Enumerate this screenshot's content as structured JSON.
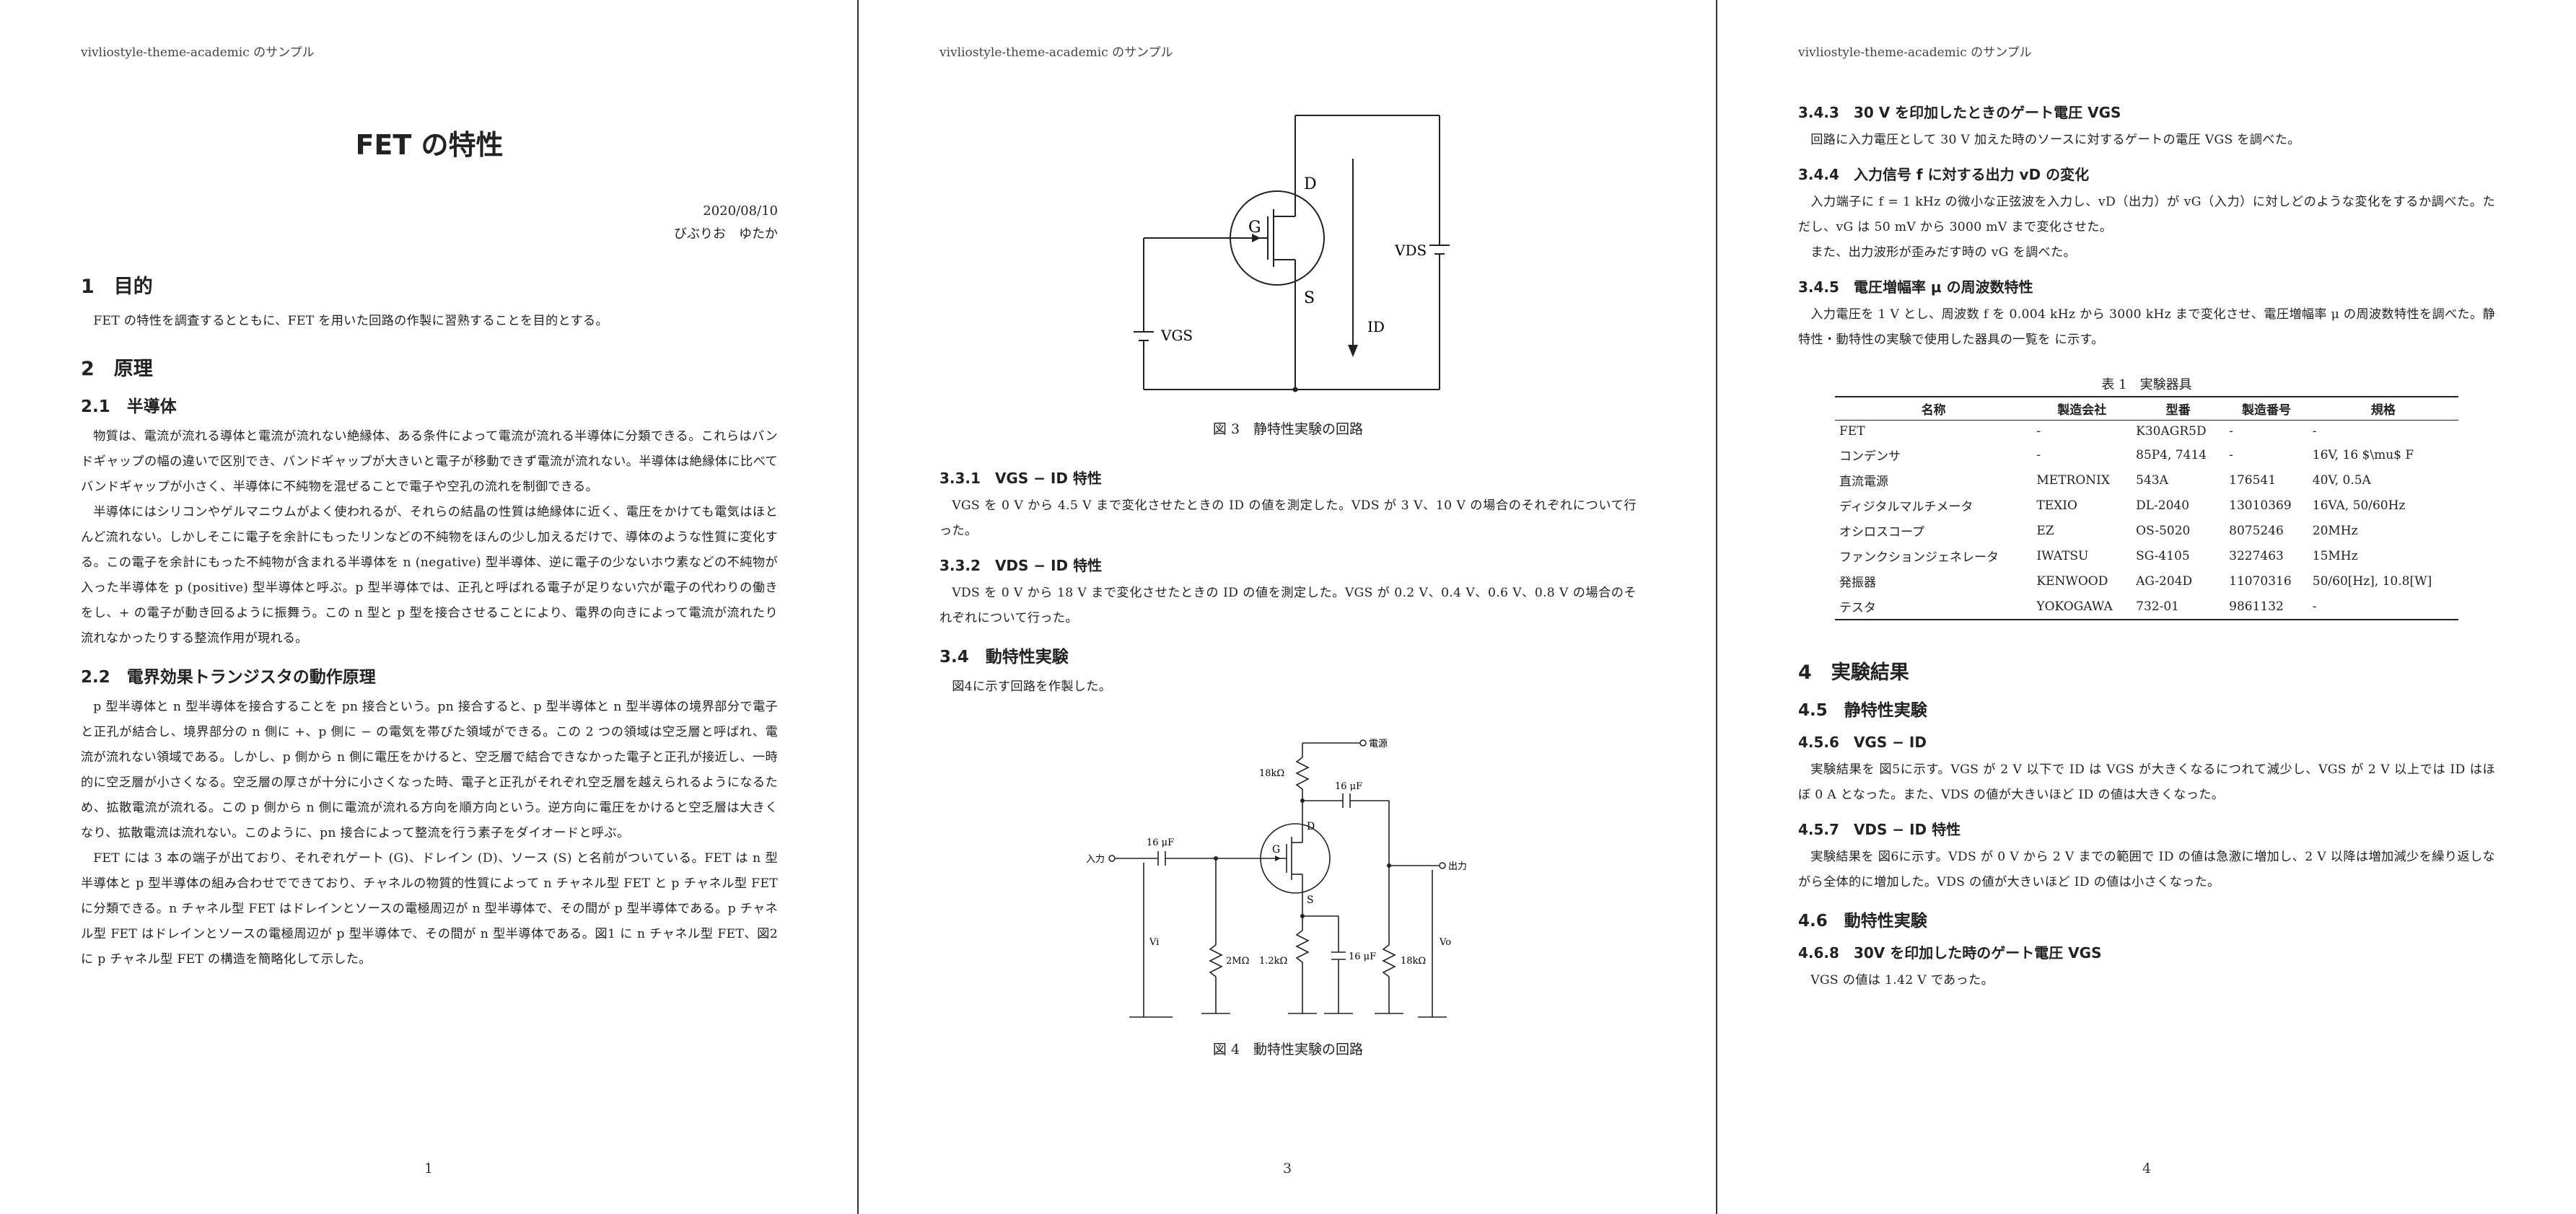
{
  "running_head": "vivliostyle-theme-academic のサンプル",
  "page1": {
    "title": "FET の特性",
    "date": "2020/08/10",
    "author": "びぶりお　ゆたか",
    "h_purpose": "1　目的",
    "p_purpose": "FET の特性を調査するとともに、FET を用いた回路の作製に習熟することを目的とする。",
    "h_principle": "2　原理",
    "h_semiconductor": "2.1　半導体",
    "p_semi1": "物質は、電流が流れる導体と電流が流れない絶縁体、ある条件によって電流が流れる半導体に分類できる。これらはバンドギャップの幅の違いで区別でき、バンドギャップが大きいと電子が移動できず電流が流れない。半導体は絶縁体に比べてバンドギャップが小さく、半導体に不純物を混ぜることで電子や空孔の流れを制御できる。",
    "p_semi2": "半導体にはシリコンやゲルマニウムがよく使われるが、それらの結晶の性質は絶縁体に近く、電圧をかけても電気はほとんど流れない。しかしそこに電子を余計にもったリンなどの不純物をほんの少し加えるだけで、導体のような性質に変化する。この電子を余計にもった不純物が含まれる半導体を n (negative) 型半導体、逆に電子の少ないホウ素などの不純物が入った半導体を p (positive) 型半導体と呼ぶ。p 型半導体では、正孔と呼ばれる電子が足りない穴が電子の代わりの働きをし、+ の電子が動き回るように振舞う。この n 型と p 型を接合させることにより、電界の向きによって電流が流れたり流れなかったりする整流作用が現れる。",
    "h_fet": "2.2　電界効果トランジスタの動作原理",
    "p_fet1": "p 型半導体と n 型半導体を接合することを pn 接合という。pn 接合すると、p 型半導体と n 型半導体の境界部分で電子と正孔が結合し、境界部分の n 側に +、p 側に − の電気を帯びた領域ができる。この 2 つの領域は空乏層と呼ばれ、電流が流れない領域である。しかし、p 側から n 側に電圧をかけると、空乏層で結合できなかった電子と正孔が接近し、一時的に空乏層が小さくなる。空乏層の厚さが十分に小さくなった時、電子と正孔がそれぞれ空乏層を越えられるようになるため、拡散電流が流れる。この p 側から n 側に電流が流れる方向を順方向という。逆方向に電圧をかけると空乏層は大きくなり、拡散電流は流れない。このように、pn 接合によって整流を行う素子をダイオードと呼ぶ。",
    "p_fet2": "FET には 3 本の端子が出ており、それぞれゲート (G)、ドレイン (D)、ソース (S) と名前がついている。FET は n 型半導体と p 型半導体の組み合わせでできており、チャネルの物質的性質によって n チャネル型 FET と p チャネル型 FET に分類できる。n チャネル型 FET はドレインとソースの電極周辺が n 型半導体で、その間が p 型半導体である。p チャネル型 FET はドレインとソースの電極周辺が p 型半導体で、その間が n 型半導体である。図1 に n チャネル型 FET、図2 に p チャネル型 FET の構造を簡略化して示した。",
    "page_number": "1"
  },
  "page2": {
    "fig3_caption": "図 3　静特性実験の回路",
    "fig3_labels": {
      "g": "G",
      "d": "D",
      "s": "S",
      "vds": "VDS",
      "vgs": "VGS",
      "id": "ID"
    },
    "h_331": "3.3.1　VGS − ID 特性",
    "p_331": "VGS を 0 V から 4.5 V まで変化させたときの ID の値を測定した。VDS が 3 V、10 V の場合のそれぞれについて行った。",
    "h_332": "3.3.2　VDS − ID 特性",
    "p_332": "VDS を 0 V から 18 V まで変化させたときの ID の値を測定した。VGS が 0.2 V、0.4 V、0.6 V、0.8 V の場合のそれぞれについて行った。",
    "h_34": "3.4　動特性実験",
    "p_34": "図4に示す回路を作製した。",
    "fig4_caption": "図 4　動特性実験の回路",
    "fig4_labels": {
      "power": "電源",
      "r1": "18kΩ",
      "c1": "16 μF",
      "input": "入力",
      "c_in": "16 μF",
      "output": "出力",
      "g": "G",
      "d": "D",
      "s": "S",
      "vi": "Vi",
      "vo": "Vo",
      "r2": "2MΩ",
      "r3": "1.2kΩ",
      "c3": "16 μF",
      "r4": "18kΩ"
    },
    "page_number": "3"
  },
  "page3": {
    "h_343": "3.4.3　30 V を印加したときのゲート電圧 VGS",
    "p_343": "回路に入力電圧として 30 V 加えた時のソースに対するゲートの電圧 VGS を調べた。",
    "h_344": "3.4.4　入力信号 f に対する出力 vD の変化",
    "p_344a": "入力端子に f = 1 kHz の微小な正弦波を入力し、vD（出力）が vG（入力）に対しどのような変化をするか調べた。ただし、vG は 50 mV から 3000 mV まで変化させた。",
    "p_344b": "また、出力波形が歪みだす時の vG を調べた。",
    "h_345": "3.4.5　電圧増幅率 μ の周波数特性",
    "p_345": "入力電圧を 1 V とし、周波数 f を 0.004 kHz から 3000 kHz まで変化させ、電圧増幅率 μ の周波数特性を調べた。静特性・動特性の実験で使用した器具の一覧を に示す。",
    "table_caption": "表 1　実験器具",
    "table_headers": [
      "名称",
      "製造会社",
      "型番",
      "製造番号",
      "規格"
    ],
    "table_rows": [
      [
        "FET",
        "-",
        "K30AGR5D",
        "-",
        "-"
      ],
      [
        "コンデンサ",
        "-",
        "85P4, 7414",
        "-",
        "16V, 16 $\\mu$ F"
      ],
      [
        "直流電源",
        "METRONIX",
        "543A",
        "176541",
        "40V, 0.5A"
      ],
      [
        "ディジタルマルチメータ",
        "TEXIO",
        "DL-2040",
        "13010369",
        "16VA, 50/60Hz"
      ],
      [
        "オシロスコープ",
        "EZ",
        "OS-5020",
        "8075246",
        "20MHz"
      ],
      [
        "ファンクションジェネレータ",
        "IWATSU",
        "SG-4105",
        "3227463",
        "15MHz"
      ],
      [
        "発振器",
        "KENWOOD",
        "AG-204D",
        "11070316",
        "50/60[Hz], 10.8[W]"
      ],
      [
        "テスタ",
        "YOKOGAWA",
        "732-01",
        "9861132",
        "-"
      ]
    ],
    "h_4": "4　実験結果",
    "h_45": "4.5　静特性実験",
    "h_456": "4.5.6　VGS − ID",
    "p_456": "実験結果を 図5に示す。VGS が 2 V 以下で ID は VGS が大きくなるにつれて減少し、VGS が 2 V 以上では ID はほぼ 0 A となった。また、VDS の値が大きいほど ID の値は大きくなった。",
    "h_457": "4.5.7　VDS − ID 特性",
    "p_457": "実験結果を 図6に示す。VDS が 0 V から 2 V までの範囲で ID の値は急激に増加し、2 V 以降は増加減少を繰り返しながら全体的に増加した。VDS の値が大きいほど ID の値は小さくなった。",
    "h_46": "4.6　動特性実験",
    "h_468": "4.6.8　30V を印加した時のゲート電圧 VGS",
    "p_468": "VGS の値は 1.42 V であった。",
    "page_number": "4"
  }
}
